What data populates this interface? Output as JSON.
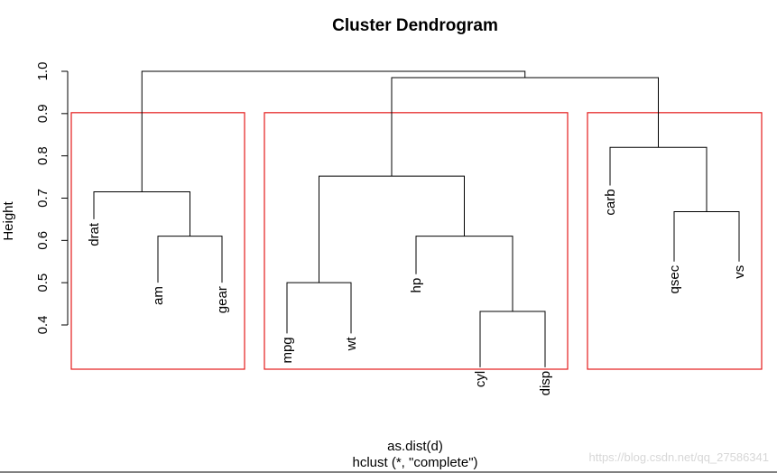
{
  "chart_data": {
    "type": "dendrogram",
    "title": "Cluster Dendrogram",
    "ylabel": "Height",
    "xlabel": "as.dist(d)",
    "sublabel": "hclust (*, \"complete\")",
    "ylim": [
      0.4,
      1.0
    ],
    "yticks": [
      "0.4",
      "0.5",
      "0.6",
      "0.7",
      "0.8",
      "0.9",
      "1.0"
    ],
    "leaves": [
      {
        "label": "drat",
        "height": 0.65
      },
      {
        "label": "am",
        "height": 0.5
      },
      {
        "label": "gear",
        "height": 0.5
      },
      {
        "label": "mpg",
        "height": 0.38
      },
      {
        "label": "wt",
        "height": 0.38
      },
      {
        "label": "hp",
        "height": 0.52
      },
      {
        "label": "cyl",
        "height": 0.3
      },
      {
        "label": "disp",
        "height": 0.3
      },
      {
        "label": "carb",
        "height": 0.73
      },
      {
        "label": "qsec",
        "height": 0.55
      },
      {
        "label": "vs",
        "height": 0.55
      }
    ],
    "merges": [
      {
        "a": "am",
        "b": "gear",
        "height": 0.61
      },
      {
        "a": "drat",
        "b": "am+gear",
        "height": 0.715
      },
      {
        "a": "mpg",
        "b": "wt",
        "height": 0.5
      },
      {
        "a": "cyl",
        "b": "disp",
        "height": 0.432
      },
      {
        "a": "hp",
        "b": "cyl+disp",
        "height": 0.61
      },
      {
        "a": "mpg+wt",
        "b": "hp+cyl+disp",
        "height": 0.752
      },
      {
        "a": "qsec",
        "b": "vs",
        "height": 0.668
      },
      {
        "a": "carb",
        "b": "qsec+vs",
        "height": 0.82
      },
      {
        "a": "mpg..disp",
        "b": "carb..vs",
        "height": 0.985
      },
      {
        "a": "drat..gear",
        "b": "mpg..vs",
        "height": 1.0
      }
    ],
    "clusters": [
      [
        "drat",
        "am",
        "gear"
      ],
      [
        "mpg",
        "wt",
        "hp",
        "cyl",
        "disp"
      ],
      [
        "carb",
        "qsec",
        "vs"
      ]
    ],
    "cluster_border_color": "#e41a1a"
  },
  "watermark": "https://blog.csdn.net/qq_27586341"
}
